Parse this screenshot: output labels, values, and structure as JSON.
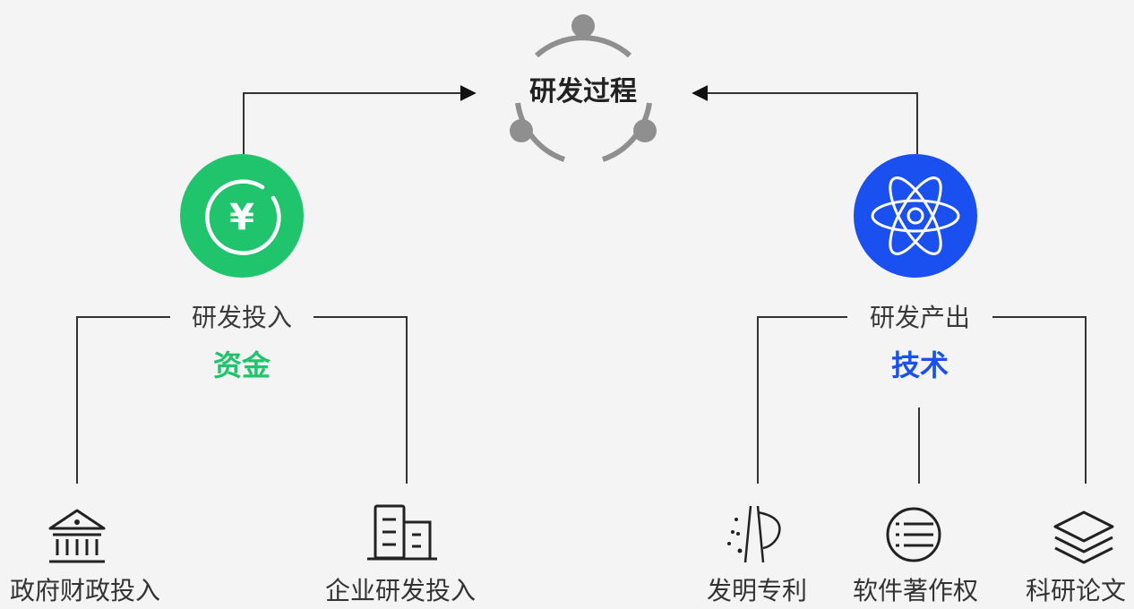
{
  "process": {
    "title": "研发过程"
  },
  "input": {
    "label": "研发投入",
    "value": "资金",
    "value_color": "#1fc46c",
    "circle_color": "#1fc46c",
    "icon": "yen-icon"
  },
  "output": {
    "label": "研发产出",
    "value": "技术",
    "value_color": "#1a4ff0",
    "circle_color": "#1a4ff0",
    "icon": "atom-icon"
  },
  "input_items": [
    {
      "label": "政府财政投入",
      "icon": "bank-icon"
    },
    {
      "label": "企业研发投入",
      "icon": "building-icon"
    }
  ],
  "output_items": [
    {
      "label": "发明专利",
      "icon": "patent-icon"
    },
    {
      "label": "软件著作权",
      "icon": "list-icon"
    },
    {
      "label": "科研论文",
      "icon": "layers-icon"
    }
  ],
  "colors": {
    "line": "#333333",
    "cycle": "#8f8f8f",
    "icon": "#222222"
  }
}
